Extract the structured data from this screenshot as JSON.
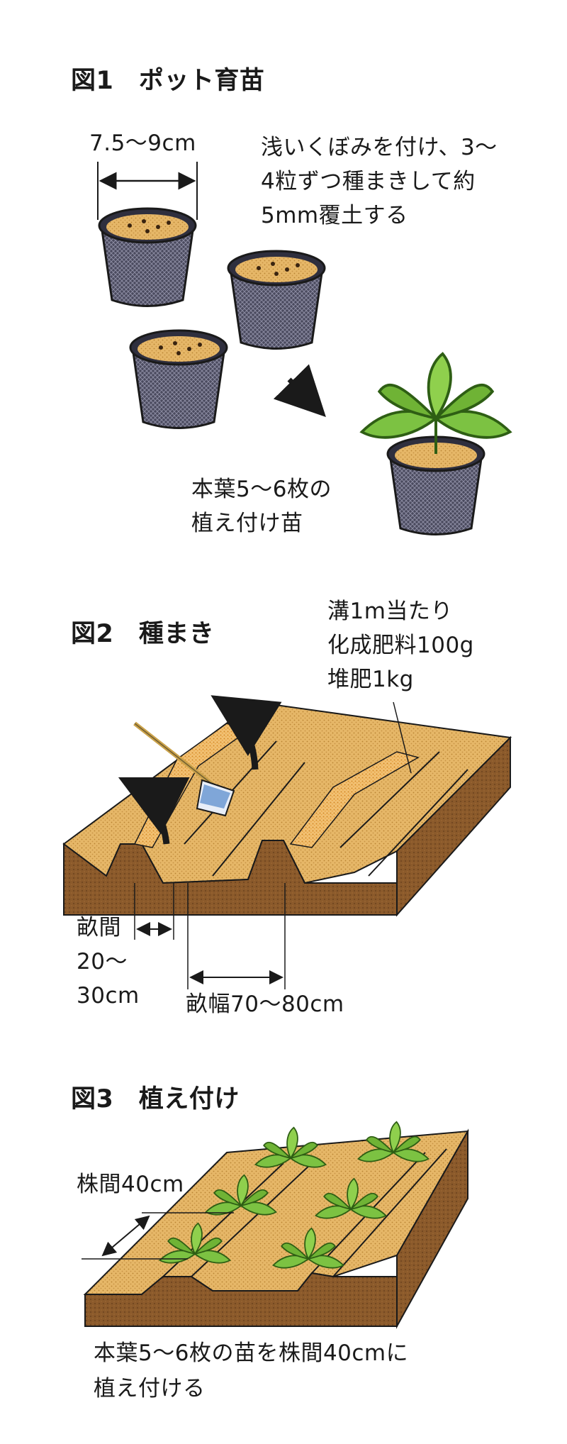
{
  "fig1": {
    "title": "図1　ポット育苗",
    "pot_width": "7.5〜9cm",
    "sowing_note": [
      "浅いくぼみを付け、3〜",
      "4粒ずつ種まきして約",
      "5mm覆土する"
    ],
    "seedling_note": [
      "本葉5〜6枚の",
      "植え付け苗"
    ]
  },
  "fig2": {
    "title": "図2　種まき",
    "fertilizer_note": [
      "溝1m当たり",
      "化成肥料100g",
      "堆肥1kg"
    ],
    "furrow_spacing": [
      "畝間",
      "20〜",
      "30cm"
    ],
    "ridge_width": "畝幅70〜80cm"
  },
  "fig3": {
    "title": "図3　植え付け",
    "plant_spacing": "株間40cm",
    "planting_note": [
      "本葉5〜6枚の苗を株間40cmに",
      "植え付ける"
    ]
  },
  "colors": {
    "soil": "#e0ad5c",
    "soil_dark": "#8b5a2b",
    "pot": "#4a4a5e",
    "leaf": "#7cc242",
    "leaf_dark": "#3d7a1e",
    "ink": "#1a1a1a"
  }
}
